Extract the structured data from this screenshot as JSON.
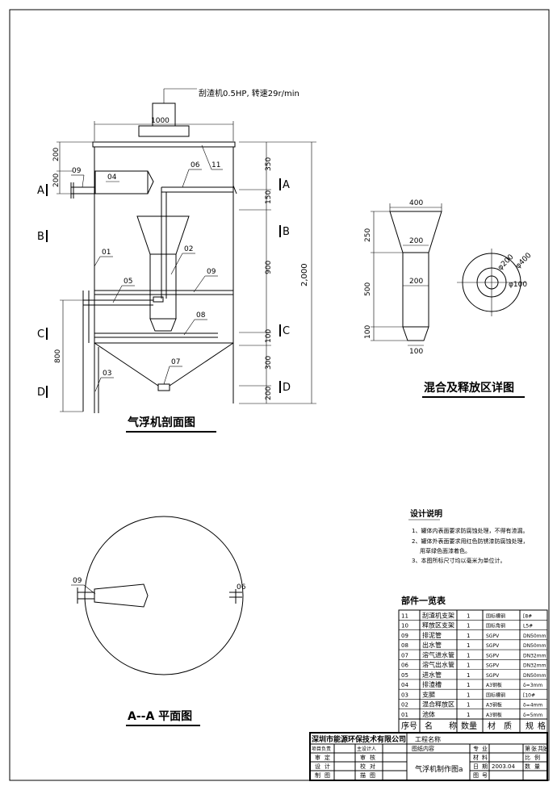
{
  "section_view": {
    "title": "气浮机剖面图",
    "motor_note": "刮渣机0.5HP, 转速29r/min",
    "dim_top": "1000",
    "dim_left": [
      "200",
      "200",
      "800"
    ],
    "dim_right": [
      "350",
      "150",
      "900",
      "100",
      "300",
      "200"
    ],
    "dim_total": "2,000",
    "section_marks": [
      "A",
      "B",
      "C",
      "D"
    ],
    "part_labels": [
      "09",
      "04",
      "06",
      "11",
      "01",
      "02",
      "05",
      "09",
      "08",
      "07",
      "03"
    ]
  },
  "detail_view": {
    "title": "混合及释放区详图",
    "dims": [
      "400",
      "200",
      "200",
      "100",
      "250",
      "500",
      "100"
    ],
    "circle_dims": [
      "φ400",
      "φ200",
      "φ100"
    ]
  },
  "plan_view": {
    "title": "A--A 平面图",
    "labels": [
      "09",
      "06"
    ]
  },
  "notes": {
    "title": "设计说明",
    "items": [
      "1、罐体内表面要求防腐蚀处理，不得有渣漏。",
      "2、罐体外表面要求用红色防锈漆防腐蚀处理，",
      "用草绿色面漆着色。",
      "3、本图所标尺寸均以毫米为单位计。"
    ]
  },
  "parts_table": {
    "title": "部件一览表",
    "headers": [
      "序号",
      "名",
      "称",
      "数量",
      "材",
      "质",
      "规",
      "格"
    ],
    "rows": [
      [
        "11",
        "刮渣机支架",
        "1",
        "国标槽钢",
        "[8#"
      ],
      [
        "10",
        "释放区支架",
        "1",
        "国标角钢",
        "L5#"
      ],
      [
        "09",
        "排泥管",
        "1",
        "SGPV",
        "DN50mm"
      ],
      [
        "08",
        "出水管",
        "1",
        "SGPV",
        "DN50mm"
      ],
      [
        "07",
        "溶气进水管",
        "1",
        "SGPV",
        "DN32mm"
      ],
      [
        "06",
        "溶气出水管",
        "1",
        "SGPV",
        "DN32mm"
      ],
      [
        "05",
        "进水管",
        "1",
        "SGPV",
        "DN50mm"
      ],
      [
        "04",
        "排渣槽",
        "1",
        "A3钢板",
        "δ=3mm"
      ],
      [
        "03",
        "支腿",
        "1",
        "国标槽钢",
        "[10#"
      ],
      [
        "02",
        "混合释放区",
        "1",
        "A3钢板",
        "δ=4mm"
      ],
      [
        "01",
        "池体",
        "1",
        "A3钢板",
        "δ=5mm"
      ]
    ]
  },
  "title_block": {
    "company": "深圳市能源环保技术有限公司",
    "project_label": "工程名称",
    "row1": [
      "项目负责",
      "主设计人",
      "图纸内容",
      "专",
      "业",
      "第",
      "张",
      "共",
      "张"
    ],
    "row2": [
      "审",
      "定",
      "审",
      "核",
      "材",
      "料",
      "比",
      "例"
    ],
    "row3": [
      "设",
      "计",
      "校",
      "对",
      "日",
      "期",
      "2003.04",
      "数",
      "量"
    ],
    "row4": [
      "制",
      "图",
      "描",
      "图",
      "图",
      "号"
    ],
    "drawing_name": "气浮机制作图a"
  }
}
